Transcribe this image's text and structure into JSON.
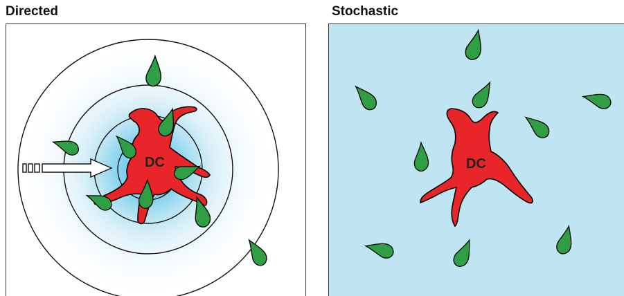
{
  "panels": {
    "left": {
      "title": "Directed",
      "dc_label": "DC"
    },
    "right": {
      "title": "Stochastic",
      "dc_label": "DC"
    }
  },
  "colors": {
    "dc_red": "#e8262a",
    "cell_green": "#2f9e45",
    "gradient_core": "#5cc3e6",
    "background_blue": "#bfe5f3",
    "outline": "#000000"
  },
  "icons": {
    "dendritic_cell": "star-shaped-red-cell",
    "t_cell": "green-teardrop-cell",
    "direction_arrow": "hollow-right-arrow"
  }
}
